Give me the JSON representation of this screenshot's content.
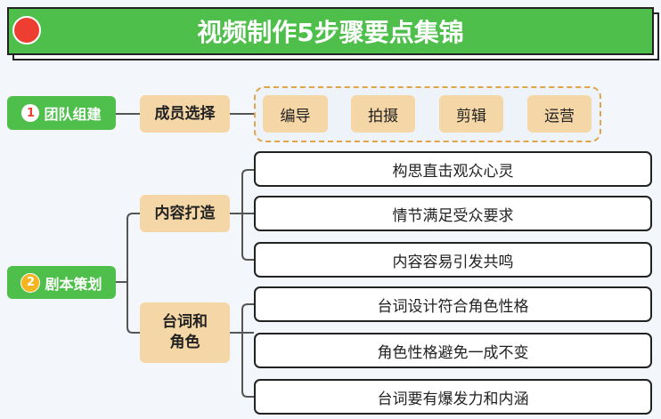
{
  "title": "视频制作5步骤要点集锦",
  "colors": {
    "green": "#4fbf4c",
    "red": "#ee3e32",
    "tan": "#f5d6a6",
    "dash": "#e0a44b"
  },
  "branch1": {
    "num": "1",
    "label": "团队组建",
    "sub": "成员选择",
    "items": [
      "编导",
      "拍摄",
      "剪辑",
      "运营"
    ]
  },
  "branch2": {
    "num": "2",
    "label": "剧本策划",
    "subs": [
      {
        "label": "内容打造",
        "items": [
          "构思直击观众心灵",
          "情节满足受众要求",
          "内容容易引发共鸣"
        ]
      },
      {
        "label": "台词和\n角色",
        "items": [
          "台词设计符合角色性格",
          "角色性格避免一成不变",
          "台词要有爆发力和内涵"
        ]
      }
    ]
  }
}
